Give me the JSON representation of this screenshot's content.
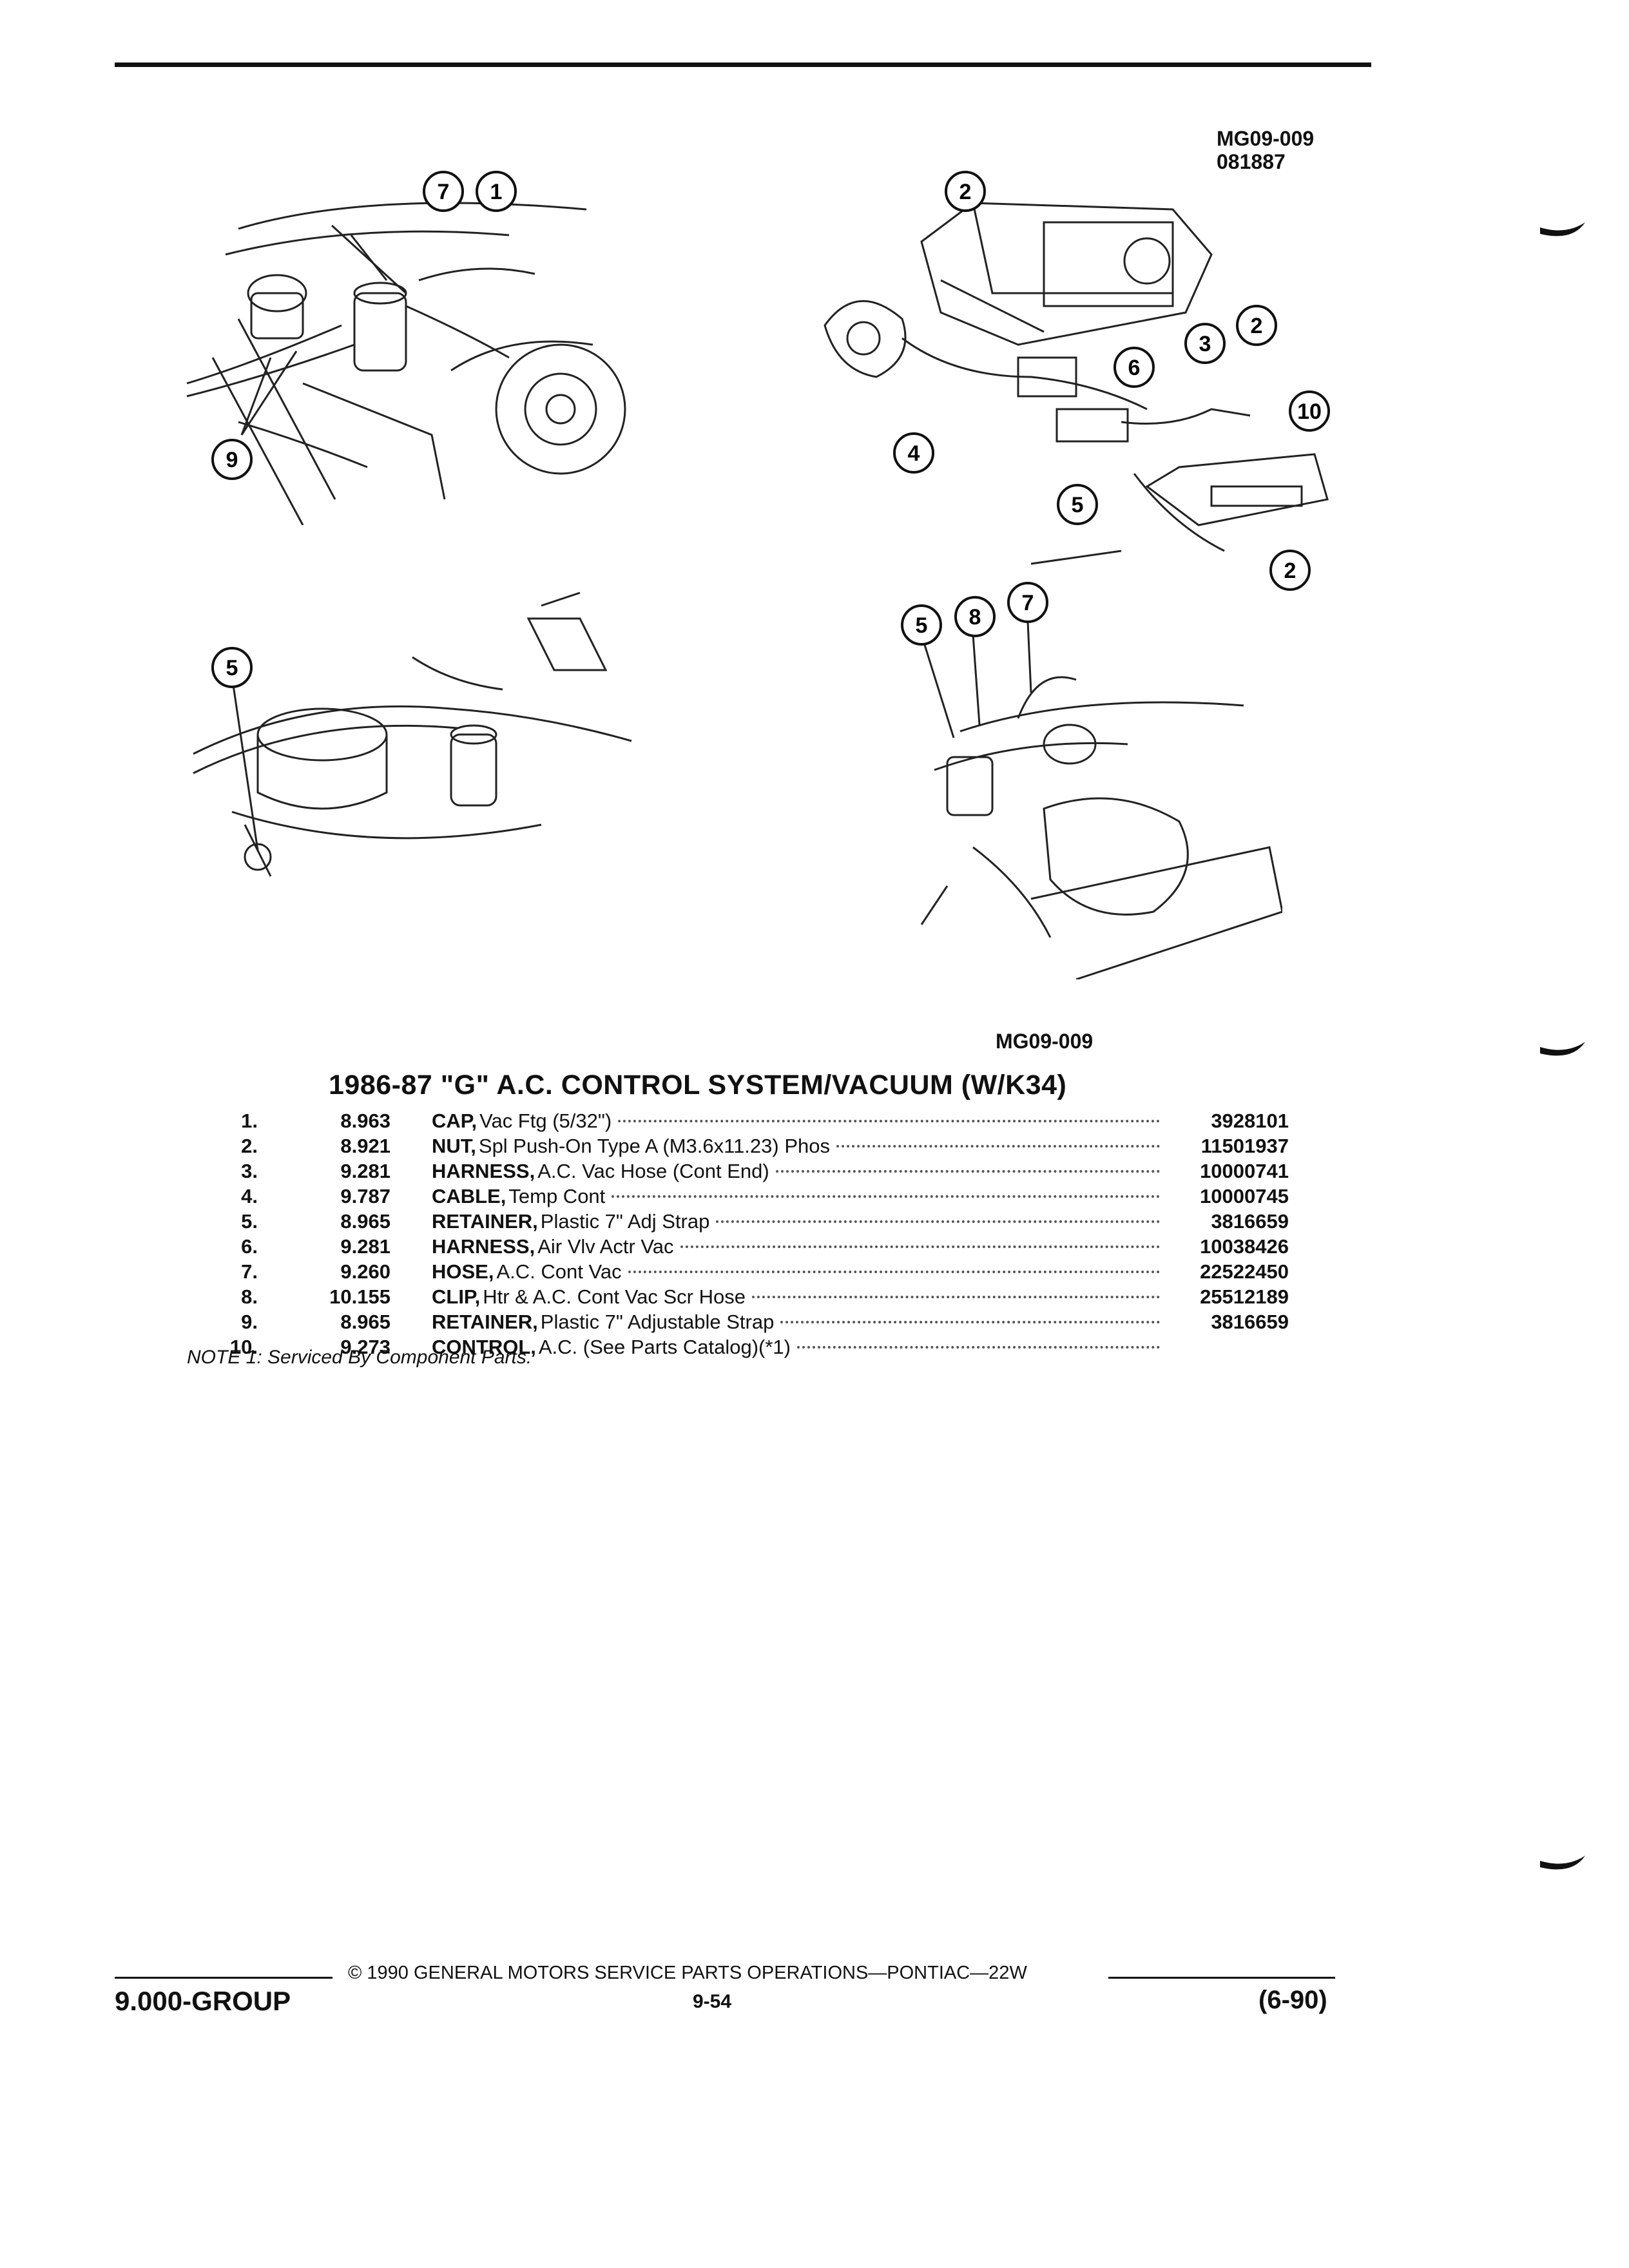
{
  "header": {
    "ref_code_1": "MG09-009",
    "ref_code_2": "081887"
  },
  "figures": {
    "callouts_top_left": [
      "7",
      "1",
      "9"
    ],
    "callouts_top_right": [
      "2",
      "2",
      "3",
      "6",
      "10",
      "4",
      "5",
      "2"
    ],
    "callouts_bottom_left": [
      "5"
    ],
    "callouts_bottom_right": [
      "5",
      "8",
      "7"
    ],
    "figure_code": "MG09-009"
  },
  "title": "1986-87 \"G\" A.C. CONTROL SYSTEM/VACUUM (W/K34)",
  "parts": [
    {
      "num": "1.",
      "group": "8.963",
      "name": "CAP,",
      "detail": "Vac Ftg (5/32\")",
      "part_no": "3928101"
    },
    {
      "num": "2.",
      "group": "8.921",
      "name": "NUT,",
      "detail": "Spl Push-On Type A (M3.6x11.23) Phos",
      "part_no": "11501937"
    },
    {
      "num": "3.",
      "group": "9.281",
      "name": "HARNESS,",
      "detail": "A.C. Vac Hose (Cont End)",
      "part_no": "10000741"
    },
    {
      "num": "4.",
      "group": "9.787",
      "name": "CABLE,",
      "detail": "Temp Cont",
      "part_no": "10000745"
    },
    {
      "num": "5.",
      "group": "8.965",
      "name": "RETAINER,",
      "detail": "Plastic 7\" Adj Strap",
      "part_no": "3816659"
    },
    {
      "num": "6.",
      "group": "9.281",
      "name": "HARNESS,",
      "detail": "Air Vlv Actr Vac",
      "part_no": "10038426"
    },
    {
      "num": "7.",
      "group": "9.260",
      "name": "HOSE,",
      "detail": "A.C. Cont Vac",
      "part_no": "22522450"
    },
    {
      "num": "8.",
      "group": "10.155",
      "name": "CLIP,",
      "detail": "Htr & A.C. Cont Vac Scr Hose",
      "part_no": "25512189"
    },
    {
      "num": "9.",
      "group": "8.965",
      "name": "RETAINER,",
      "detail": "Plastic 7\" Adjustable Strap",
      "part_no": "3816659"
    },
    {
      "num": "10.",
      "group": "9.273",
      "name": "CONTROL,",
      "detail": "A.C. (See Parts Catalog)(*1)",
      "part_no": ""
    }
  ],
  "note": "NOTE 1: Serviced By Component Parts.",
  "footer": {
    "copyright": "© 1990 GENERAL MOTORS SERVICE PARTS OPERATIONS—PONTIAC—22W",
    "group": "9.000-GROUP",
    "page": "9-54",
    "date": "(6-90)"
  }
}
